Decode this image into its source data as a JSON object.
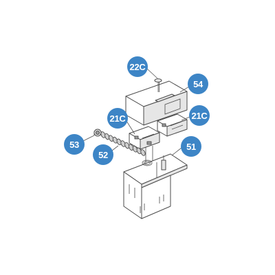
{
  "diagram": {
    "accent_color": "#3d85c6",
    "callouts": [
      {
        "id": "22c",
        "label": "22C"
      },
      {
        "id": "54",
        "label": "54"
      },
      {
        "id": "21c-left",
        "label": "21C"
      },
      {
        "id": "21c-right",
        "label": "21C"
      },
      {
        "id": "53",
        "label": "53"
      },
      {
        "id": "52",
        "label": "52"
      },
      {
        "id": "51",
        "label": "51"
      }
    ]
  }
}
